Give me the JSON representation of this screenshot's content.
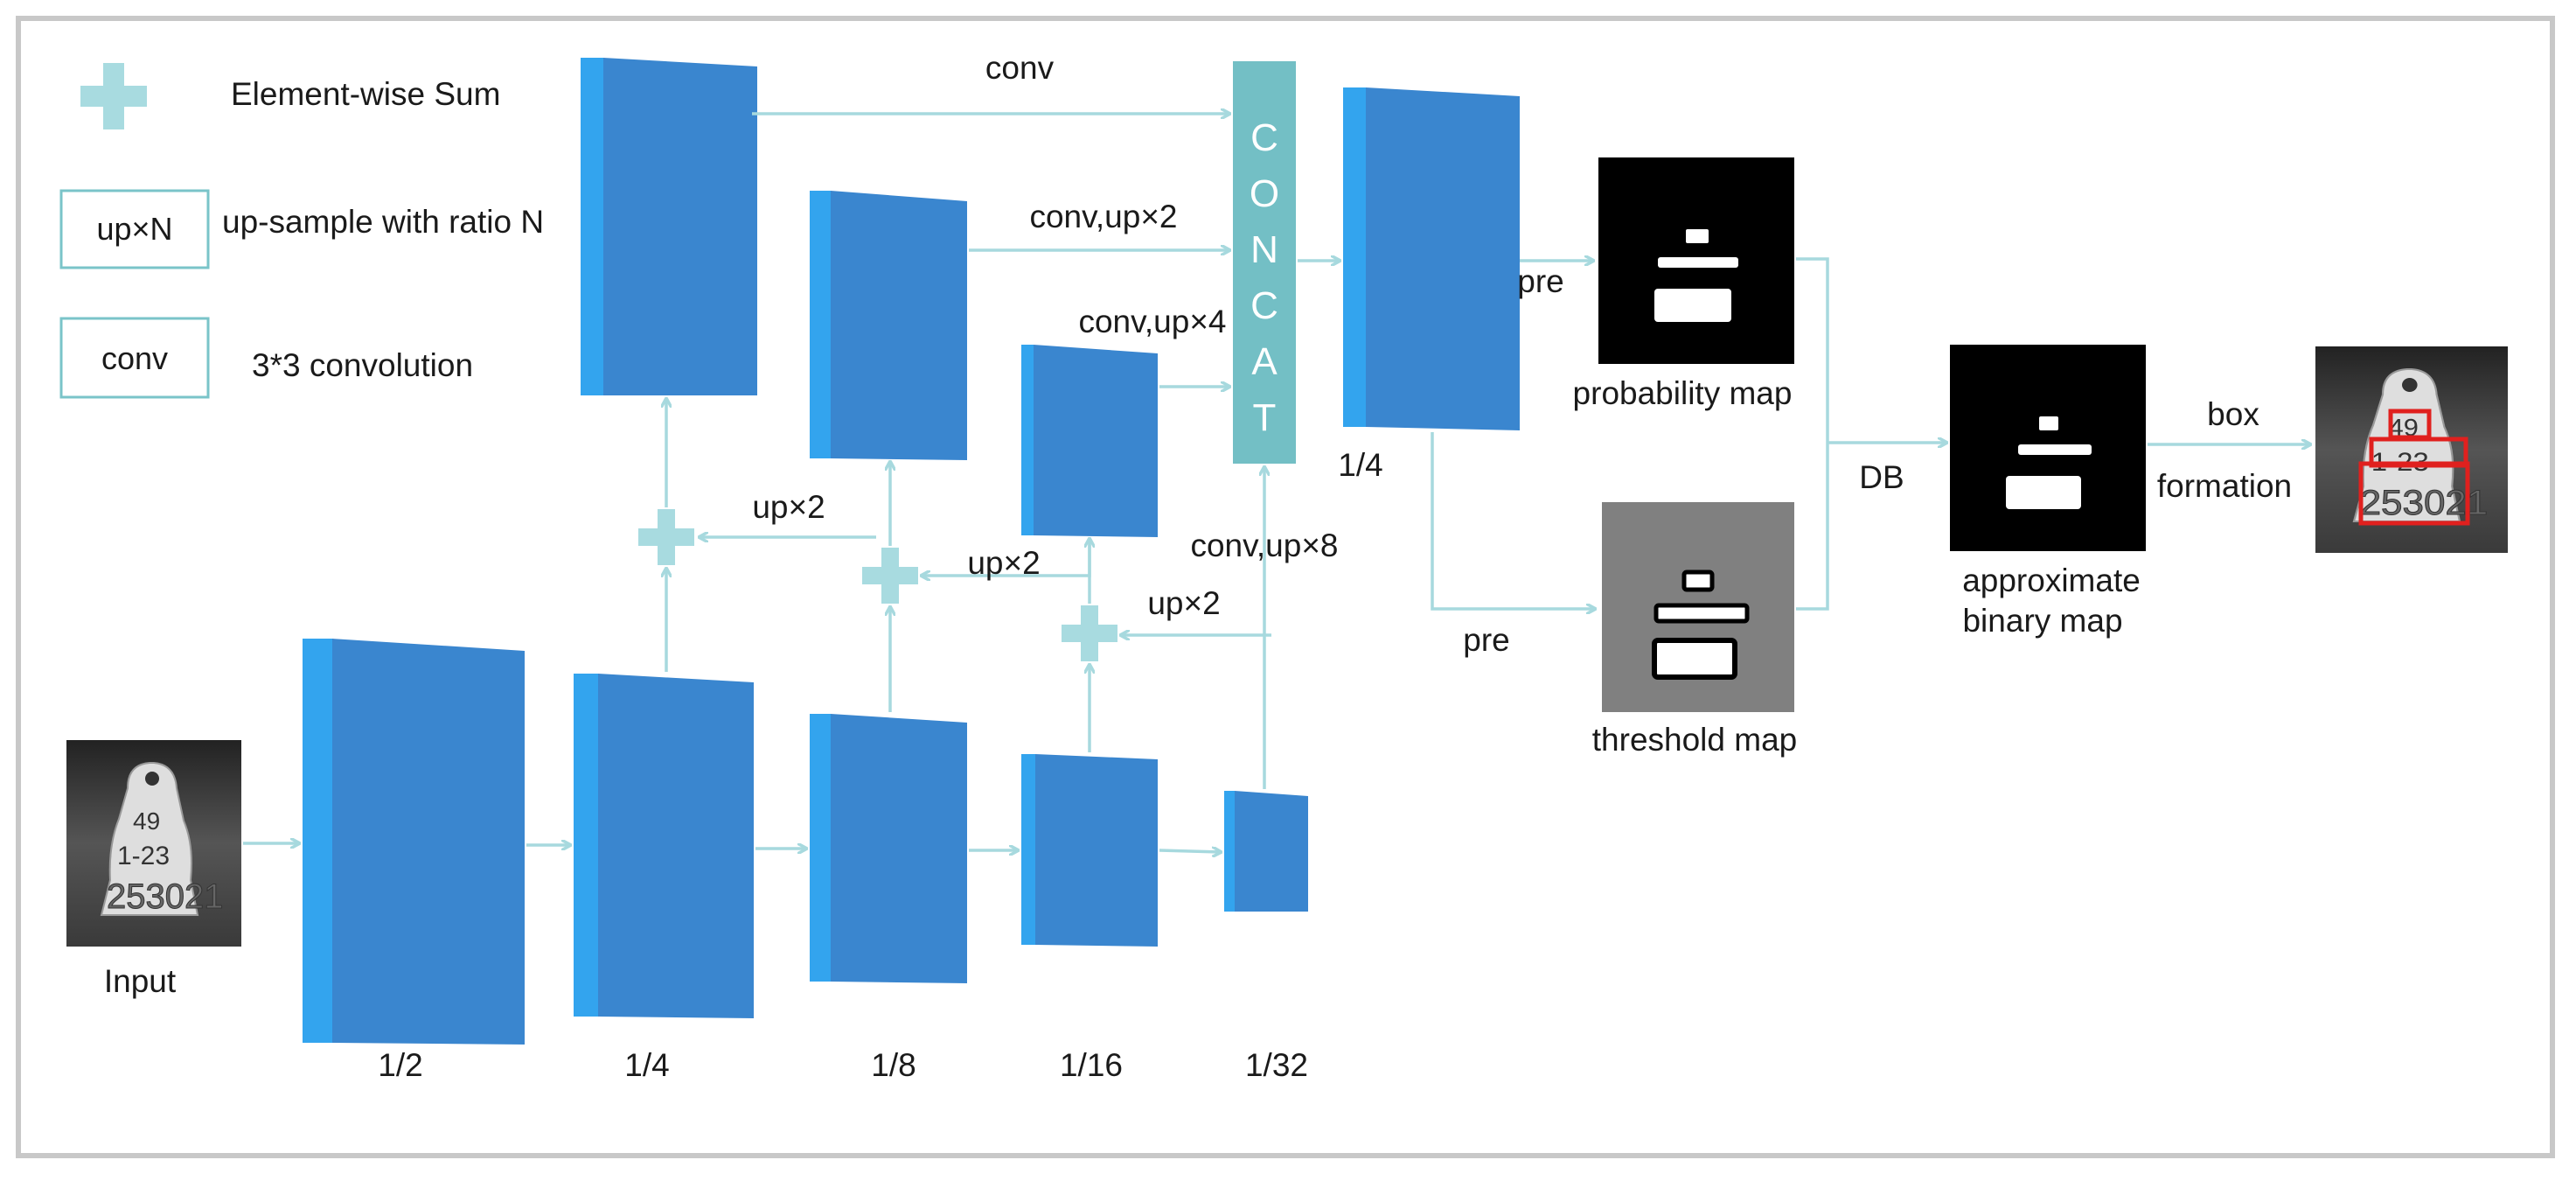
{
  "colors": {
    "block_front": "#3a86cf",
    "block_side": "#33a4ee",
    "arrow": "#a7d9de",
    "concat": "#73bfc5",
    "plus": "#a8dbe0"
  },
  "legend": {
    "sum_label": "Element-wise Sum",
    "upsample_box": "up×N",
    "upsample_label": "up-sample with ratio N",
    "conv_box": "conv",
    "conv_label": "3*3 convolution"
  },
  "input_label": "Input",
  "backbone_labels": [
    "1/2",
    "1/4",
    "1/8",
    "1/16",
    "1/32"
  ],
  "fpn_labels": {
    "conv": "conv",
    "conv_up2": "conv,up×2",
    "conv_up4": "conv,up×4",
    "conv_up8": "conv,up×8",
    "up2_a": "up×2",
    "up2_b": "up×2",
    "up2_c": "up×2"
  },
  "concat_letters": [
    "C",
    "O",
    "N",
    "C",
    "A",
    "T"
  ],
  "fused_label": "1/4",
  "pre_top": "pre",
  "pre_bottom": "pre",
  "probability_map": "probability map",
  "threshold_map": "threshold map",
  "db_label": "DB",
  "approx_line1": "approximate",
  "approx_line2": "binary map",
  "box_label": "box",
  "formation_label": "formation",
  "tag_text": {
    "top": "49",
    "middle": "1-23",
    "bottom": "253021"
  }
}
